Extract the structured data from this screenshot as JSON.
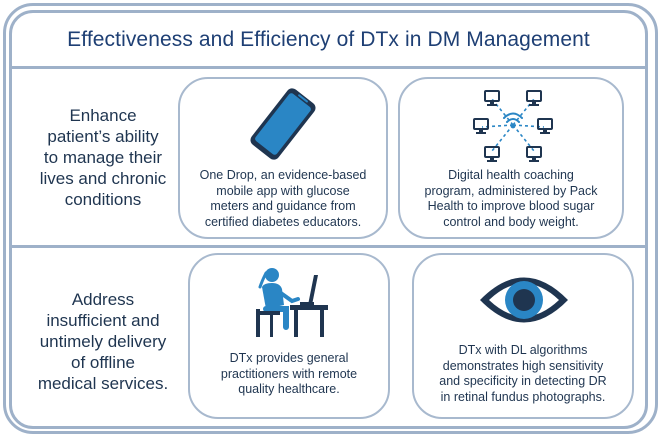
{
  "title": "Effectiveness and Efficiency of DTx in DM Management",
  "rows": [
    {
      "label_lines": [
        "Enhance",
        "patient’s ability",
        "to manage their",
        "lives and chronic",
        "conditions"
      ],
      "cards": [
        {
          "icon": "smartphone-icon",
          "text_lines": [
            "One Drop, an evidence-based",
            "mobile app with glucose",
            "meters and guidance from",
            "certified diabetes educators."
          ]
        },
        {
          "icon": "network-computers-icon",
          "text_lines": [
            "Digital health coaching",
            "program, administered by Pack",
            "Health to improve blood sugar",
            "control and body weight."
          ]
        }
      ]
    },
    {
      "label_lines": [
        "Address",
        "insufficient and",
        "untimely delivery",
        "of offline",
        "medical services."
      ],
      "cards": [
        {
          "icon": "person-at-computer-icon",
          "text_lines": [
            "DTx provides general",
            "practitioners with remote",
            "quality healthcare."
          ]
        },
        {
          "icon": "eye-icon",
          "text_lines": [
            "DTx with DL algorithms",
            "demonstrates high sensitivity",
            "and specificity in detecting DR",
            "in retinal fundus photographs."
          ]
        }
      ]
    }
  ],
  "colors": {
    "frame": "#9eb1c9",
    "accent": "#2a86c5",
    "text": "#1f3550",
    "title": "#1e3f74"
  }
}
